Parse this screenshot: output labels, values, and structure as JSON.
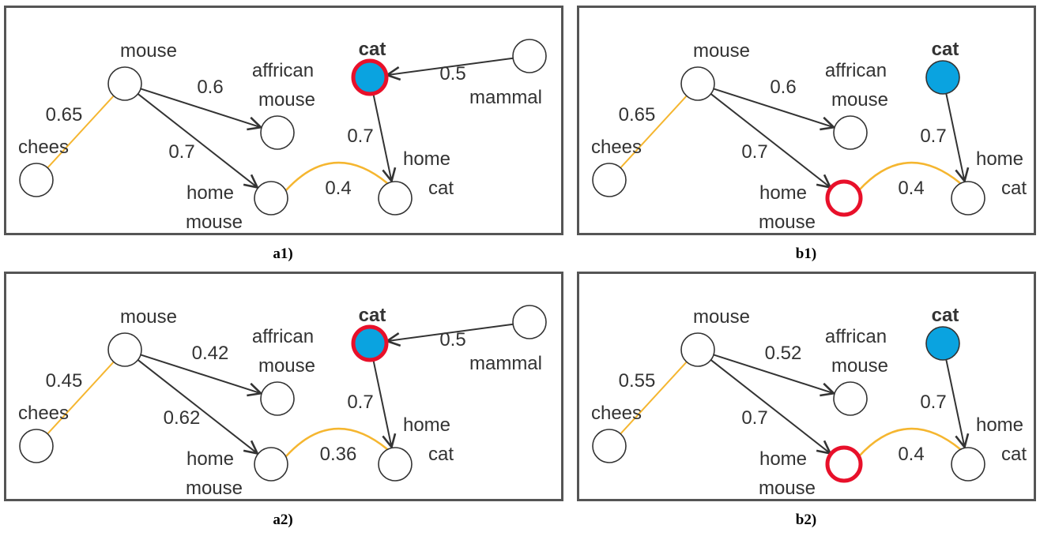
{
  "nodes": {
    "mouse": "mouse",
    "chees": "chees",
    "affrican_1": "affrican",
    "affrican_2": "mouse",
    "cat": "cat",
    "mammal": "mammal",
    "home_mouse_1": "home",
    "home_mouse_2": "mouse",
    "home_cat_1": "home",
    "home_cat_2": "cat"
  },
  "colors": {
    "highlight_ring": "#e8102a",
    "selected_fill": "#0aa3e0",
    "similarity_edge": "#f5b630",
    "edge": "#333333"
  },
  "panels": [
    {
      "caption": "a1)",
      "highlight": "cat",
      "show_mammal": true,
      "weights": {
        "chees_mouse": "0.65",
        "mouse_affrican": "0.6",
        "mouse_home_mouse": "0.7",
        "home_mouse_home_cat": "0.4",
        "cat_home_cat": "0.7",
        "mammal_cat": "0.5"
      }
    },
    {
      "caption": "b1)",
      "highlight": "home_mouse",
      "show_mammal": false,
      "weights": {
        "chees_mouse": "0.65",
        "mouse_affrican": "0.6",
        "mouse_home_mouse": "0.7",
        "home_mouse_home_cat": "0.4",
        "cat_home_cat": "0.7"
      }
    },
    {
      "caption": "a2)",
      "highlight": "cat",
      "show_mammal": true,
      "weights": {
        "chees_mouse": "0.45",
        "mouse_affrican": "0.42",
        "mouse_home_mouse": "0.62",
        "home_mouse_home_cat": "0.36",
        "cat_home_cat": "0.7",
        "mammal_cat": "0.5"
      }
    },
    {
      "caption": "b2)",
      "highlight": "home_mouse",
      "show_mammal": false,
      "weights": {
        "chees_mouse": "0.55",
        "mouse_affrican": "0.52",
        "mouse_home_mouse": "0.7",
        "home_mouse_home_cat": "0.4",
        "cat_home_cat": "0.7"
      }
    }
  ]
}
